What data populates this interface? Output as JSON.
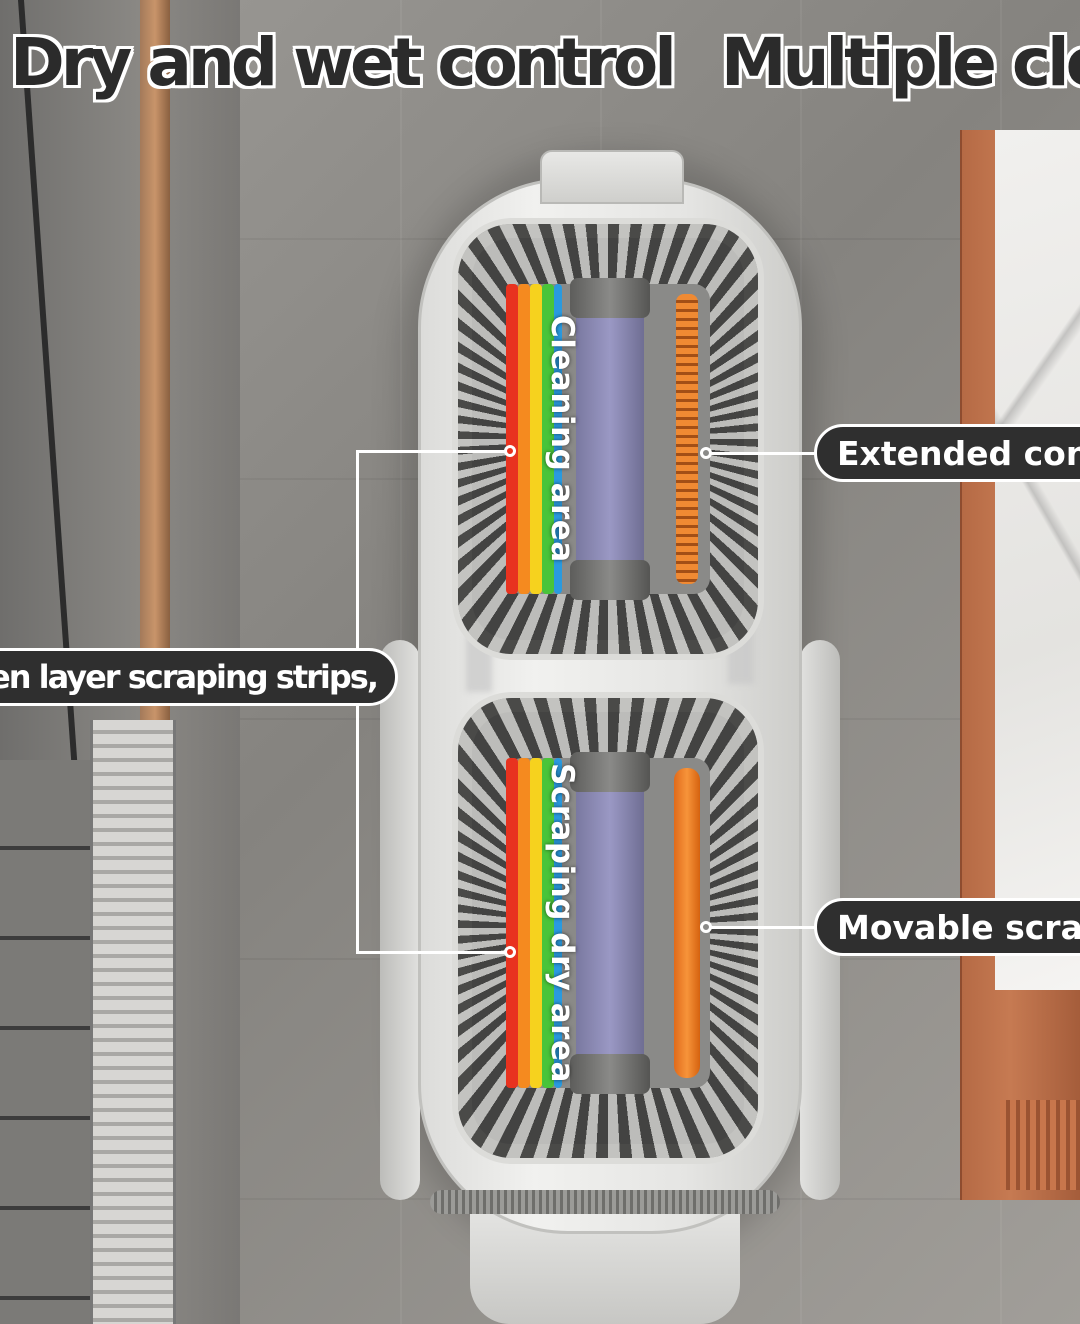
{
  "headline": {
    "left": "Dry and wet control",
    "right": "Multiple clea"
  },
  "chambers": {
    "top_label": "Cleaning area",
    "bottom_label": "Scraping dry area"
  },
  "callouts": {
    "left": "even layer scraping strips,",
    "right_top": "Extended con",
    "right_bottom": "Movable scrap"
  },
  "colors": {
    "callout_bg": "#2f2f2f",
    "callout_text": "#ffffff",
    "stripe_red": "#e8321f",
    "stripe_orange": "#f58a1f",
    "stripe_yellow": "#f6d21e",
    "stripe_green": "#49c43a",
    "stripe_blue": "#2a9adf",
    "orange_accent": "#f08a33"
  }
}
